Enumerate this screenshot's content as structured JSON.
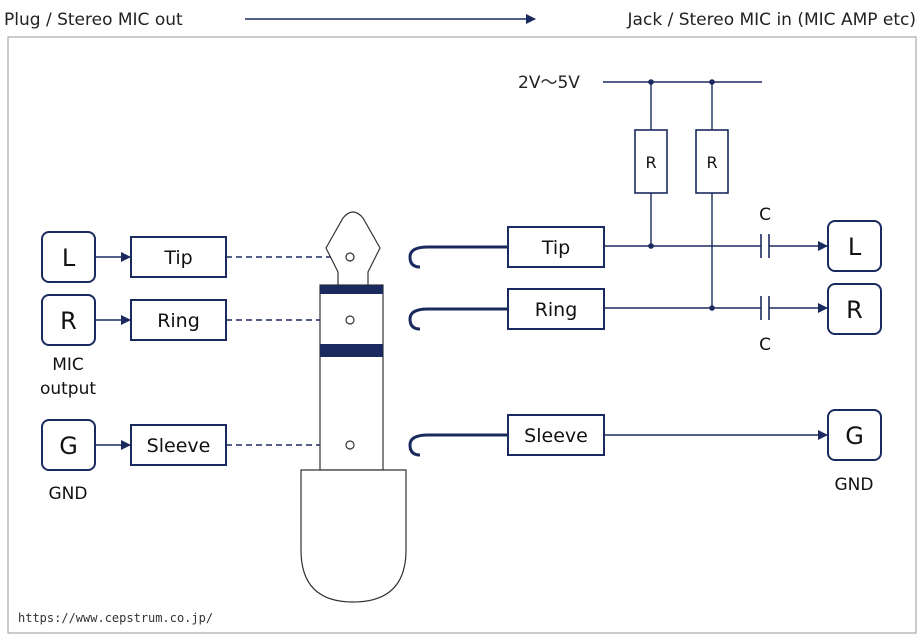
{
  "header": {
    "left": "Plug / Stereo MIC out",
    "right": "Jack / Stereo MIC in (MIC AMP etc)"
  },
  "plug_side": {
    "terminals": [
      "L",
      "R",
      "G"
    ],
    "contacts": [
      "Tip",
      "Ring",
      "Sleeve"
    ],
    "mic_label_line1": "MIC",
    "mic_label_line2": "output",
    "gnd_label": "GND"
  },
  "jack_side": {
    "supply": "2V～5V",
    "resistor_label": "R",
    "capacitor_label": "C",
    "contacts": [
      "Tip",
      "Ring",
      "Sleeve"
    ],
    "terminals": [
      "L",
      "R",
      "G"
    ],
    "gnd_label": "GND"
  },
  "footer": {
    "url": "https://www.cepstrum.co.jp/"
  },
  "colors": {
    "wire": "#1a2a5e",
    "plug_band": "#1a2a5e",
    "frame": "#9a9a9a"
  }
}
